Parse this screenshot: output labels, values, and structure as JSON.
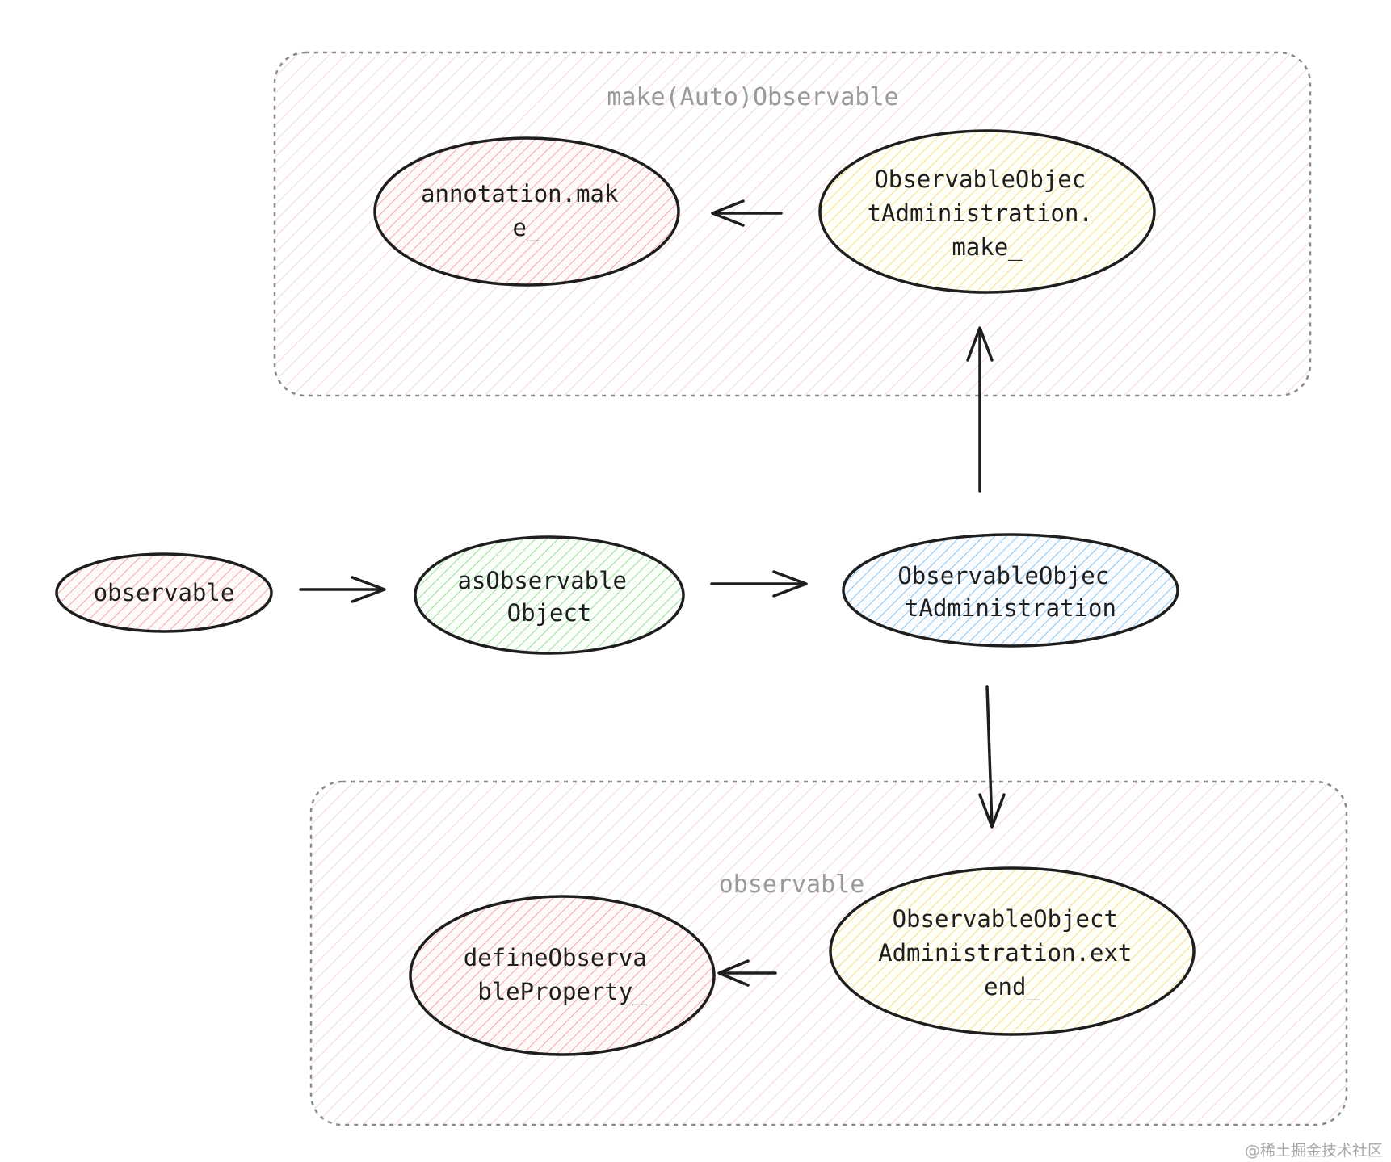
{
  "groups": {
    "top": {
      "label": "make(Auto)Observable",
      "color": "#f2b8b8"
    },
    "bottom": {
      "label": "observable",
      "color": "#f2b8b8"
    }
  },
  "nodes": {
    "observable": {
      "lines": [
        "observable"
      ],
      "fill": "#f4a6a6"
    },
    "as_observable_object": {
      "lines": [
        "asObservable",
        "Object"
      ],
      "fill": "#9ed99e"
    },
    "observable_object_administration": {
      "lines": [
        "ObservableObjec",
        "tAdministration"
      ],
      "fill": "#8ec4f0"
    },
    "annotation_make": {
      "lines": [
        "annotation.mak",
        "e_"
      ],
      "fill": "#f4a6a6"
    },
    "administration_make": {
      "lines": [
        "ObservableObjec",
        "tAdministration.",
        "make_"
      ],
      "fill": "#f5e08a"
    },
    "define_observable_property": {
      "lines": [
        "defineObserva",
        "bleProperty_"
      ],
      "fill": "#f4a6a6"
    },
    "administration_extend": {
      "lines": [
        "ObservableObject",
        "Administration.ext",
        "end_"
      ],
      "fill": "#f5e08a"
    }
  },
  "watermark": "@稀土掘金技术社区",
  "colors": {
    "stroke": "#1e1e1e",
    "group_border": "#8a8a8a"
  }
}
